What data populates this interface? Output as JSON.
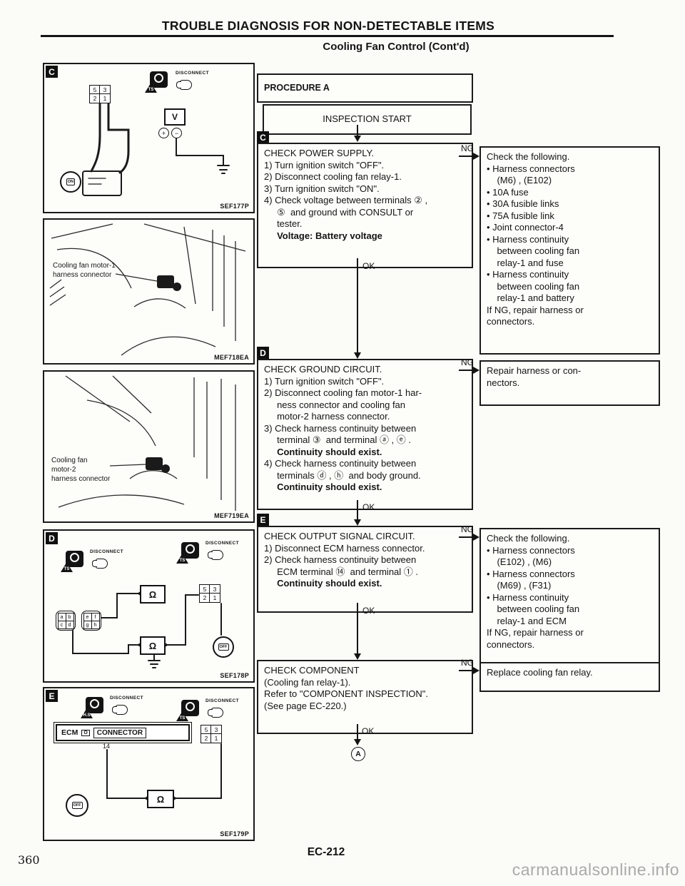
{
  "page": {
    "title": "TROUBLE DIAGNOSIS FOR NON-DETECTABLE ITEMS",
    "subtitle": "Cooling Fan Control (Cont'd)",
    "page_code": "EC-212",
    "page_number": "360",
    "watermark": "carmanualsonline.info"
  },
  "common": {
    "ng": "NG",
    "ok": "OK",
    "disconnect": "DISCONNECT",
    "ts": "TS",
    "hs": "H.S",
    "ohm": "Ω",
    "volt": "V",
    "plus": "+",
    "minus": "−",
    "on": "ON",
    "off": "OFF",
    "ecm": "ECM",
    "connector": "CONNECTOR",
    "o_mark": "O"
  },
  "figures": {
    "fig1": {
      "label": "C",
      "ref": "SEF177P",
      "pins": [
        "5",
        "3",
        "2",
        "1"
      ]
    },
    "fig2": {
      "ref": "MEF718EA",
      "callout": "Cooling fan motor-1\nharness connector"
    },
    "fig3": {
      "ref": "MEF719EA",
      "callout": "Cooling fan\nmotor-2\nharness connector"
    },
    "fig4": {
      "label": "D",
      "ref": "SEF178P",
      "grid1": [
        "a",
        "b",
        "c",
        "d"
      ],
      "grid2": [
        "e",
        "f",
        "g",
        "h"
      ],
      "pins": [
        "5",
        "3",
        "2",
        "1"
      ]
    },
    "fig5": {
      "label": "E",
      "ref": "SEF179P",
      "terminal": "14",
      "pins": [
        "5",
        "3",
        "2",
        "1"
      ]
    }
  },
  "flowchart": {
    "procedure_label": "PROCEDURE A",
    "start_label": "INSPECTION START",
    "end_label": "A",
    "steps": {
      "c": {
        "letter": "C",
        "title": "CHECK POWER SUPPLY.",
        "body": "1) Turn ignition switch \"OFF\".\n2) Disconnect cooling fan relay-1.\n3) Turn ignition switch \"ON\".\n4) Check voltage between terminals ② ,\n     ⑤  and ground with CONSULT or\n     tester.",
        "bold": "     Voltage: Battery voltage",
        "ng_result": "Check the following.\n• Harness connectors\n    (M6) , (E102)\n• 10A fuse\n• 30A fusible links\n• 75A fusible link\n• Joint connector-4\n• Harness continuity\n    between cooling fan\n    relay-1 and fuse\n• Harness continuity\n    between cooling fan\n    relay-1 and battery\nIf NG, repair harness or\nconnectors."
      },
      "d": {
        "letter": "D",
        "title": "CHECK GROUND CIRCUIT.",
        "body1": "1) Turn ignition switch \"OFF\".\n2) Disconnect cooling fan motor-1 har-\n     ness connector and cooling fan\n     motor-2 harness connector.\n3) Check harness continuity between\n     terminal ③  and terminal ⓐ , ⓔ .",
        "bold1": "     Continuity should exist.",
        "body2": "4) Check harness continuity between\n     terminals ⓓ , ⓗ  and body ground.",
        "bold2": "     Continuity should exist.",
        "ng_result": "Repair harness or con-\nnectors."
      },
      "e": {
        "letter": "E",
        "title": "CHECK OUTPUT SIGNAL CIRCUIT.",
        "body": "1) Disconnect ECM harness connector.\n2) Check harness continuity between\n     ECM terminal ⑭  and terminal ① .",
        "bold": "     Continuity should exist.",
        "ng_result": "Check the following.\n• Harness connectors\n    (E102) , (M6)\n• Harness connectors\n    (M69) , (F31)\n• Harness continuity\n    between cooling fan\n    relay-1 and ECM\nIf NG, repair harness or\nconnectors."
      },
      "component": {
        "title": "CHECK COMPONENT",
        "body": "(Cooling fan relay-1).\nRefer to \"COMPONENT INSPECTION\".\n(See page EC-220.)",
        "ng_result": "Replace cooling fan relay."
      }
    }
  }
}
